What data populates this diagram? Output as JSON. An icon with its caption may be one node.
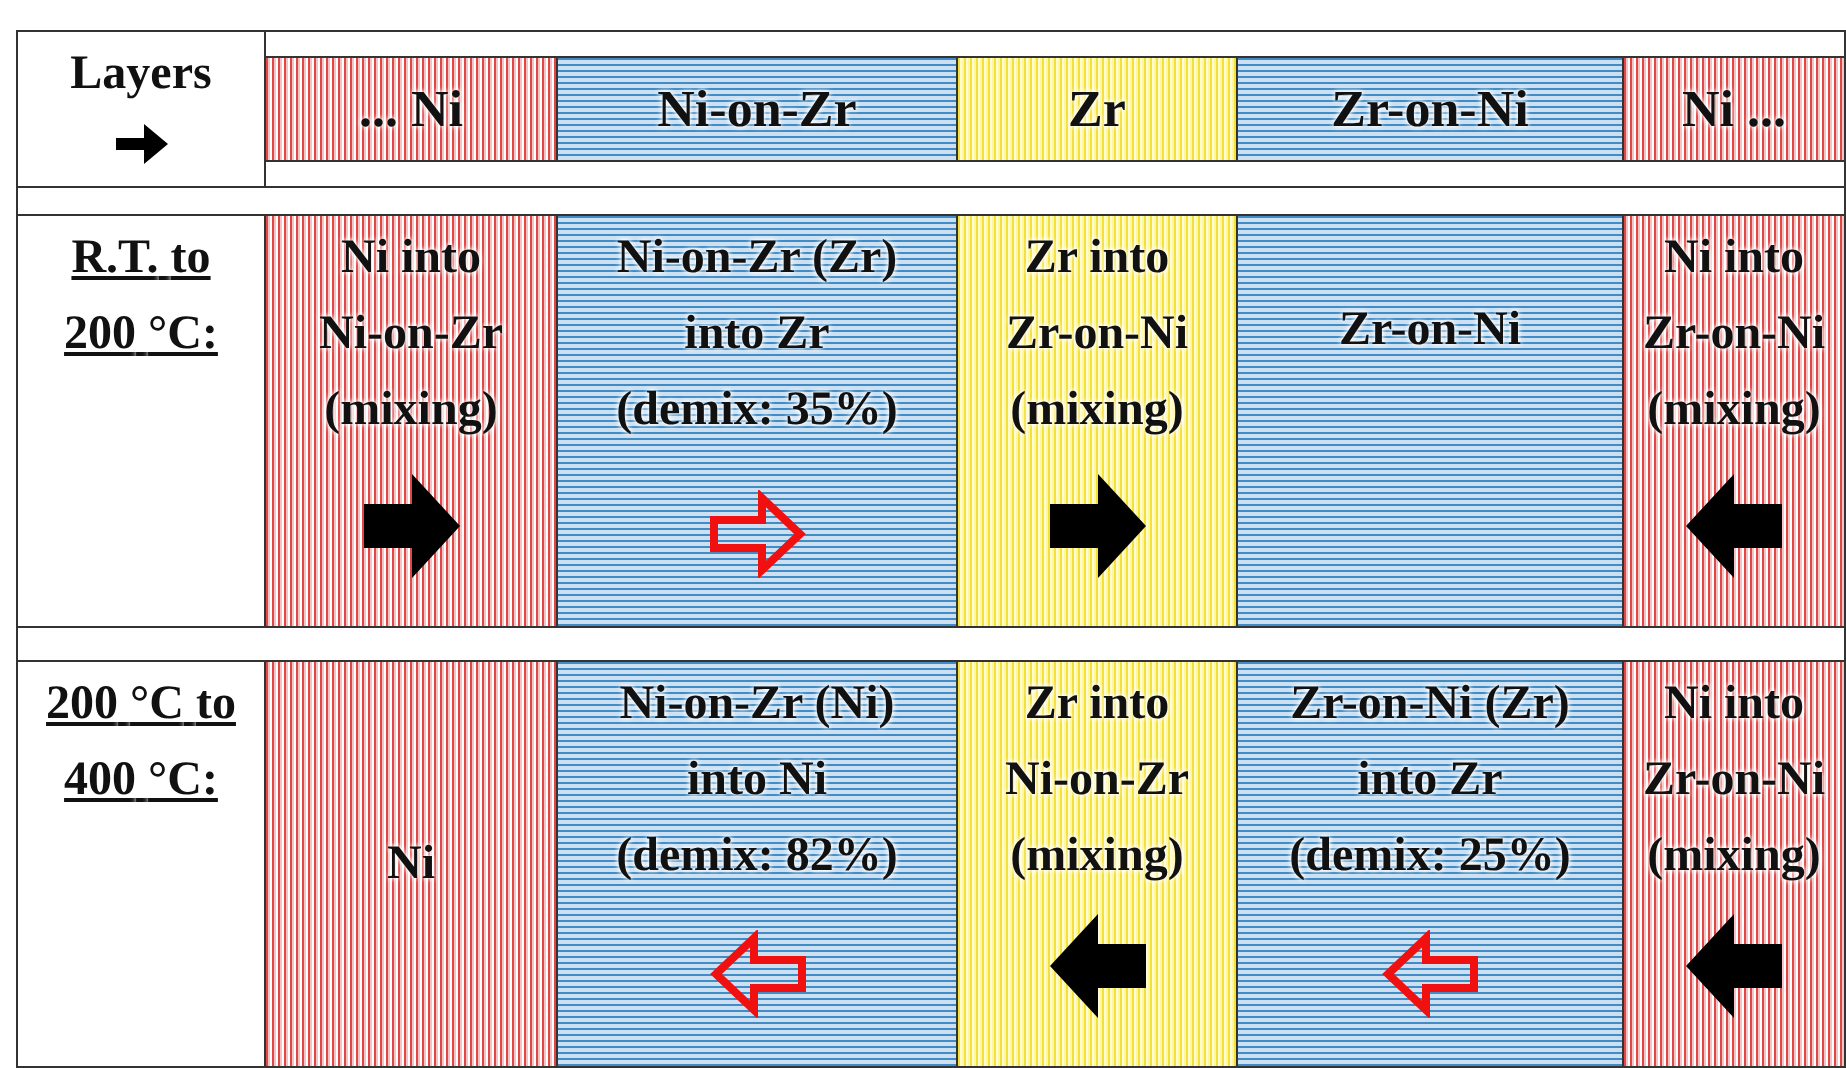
{
  "diagram": {
    "nodes": [
      {
        "text": [
          "Layers"
        ]
      },
      {
        "text": [
          "... Ni"
        ]
      },
      {
        "text": [
          "Ni-on-Zr"
        ]
      },
      {
        "text": [
          "Zr"
        ]
      },
      {
        "text": [
          "Zr-on-Ni"
        ]
      },
      {
        "text": [
          "Ni ..."
        ]
      },
      {
        "text": [
          "R.T. to 200 °C:"
        ]
      },
      {
        "text": [
          "Ni into Ni-on-Zr",
          "(mixing)"
        ]
      },
      {
        "text": [
          "Ni-on-Zr (Zr) into Zr",
          "(demix: 35%)"
        ]
      },
      {
        "text": [
          "Zr into Zr-on-Ni",
          "(mixing)"
        ]
      },
      {
        "text": [
          "Zr-on-Ni"
        ]
      },
      {
        "text": [
          "Ni into Zr-on-Ni",
          "(mixing)"
        ]
      },
      {
        "text": [
          "200 °C to 400 °C:"
        ]
      },
      {
        "text": [
          "Ni"
        ]
      },
      {
        "text": [
          "Ni-on-Zr (Ni) into Ni",
          "(demix: 82%)"
        ]
      },
      {
        "text": [
          "Zr into Ni-on-Zr",
          "(mixing)"
        ]
      },
      {
        "text": [
          "Zr-on-Ni (Zr) into Zr",
          "(demix: 25%)"
        ]
      },
      {
        "text": [
          "Ni into Zr-on-Ni",
          "(mixing)"
        ]
      }
    ]
  }
}
